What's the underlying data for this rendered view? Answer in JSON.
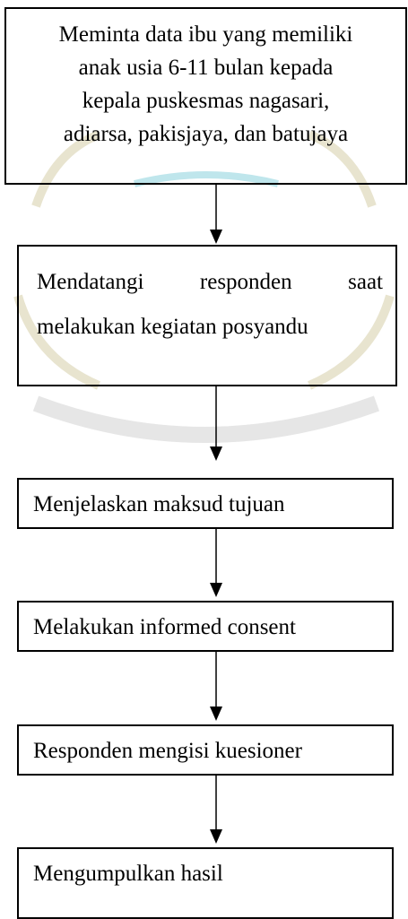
{
  "flowchart": {
    "steps": [
      {
        "lines": [
          "Meminta data ibu yang memiliki",
          "anak usia 6-11 bulan kepada",
          "kepala puskesmas nagasari,",
          "adiarsa, pakisjaya, dan batujaya"
        ]
      },
      {
        "lines": [
          "Mendatangi responden saat",
          "melakukan kegiatan posyandu"
        ]
      },
      {
        "lines": [
          "Menjelaskan maksud tujuan"
        ]
      },
      {
        "lines": [
          "Melakukan informed consent"
        ]
      },
      {
        "lines": [
          "Responden mengisi kuesioner"
        ]
      },
      {
        "lines": [
          "Mengumpulkan hasil"
        ]
      }
    ]
  }
}
